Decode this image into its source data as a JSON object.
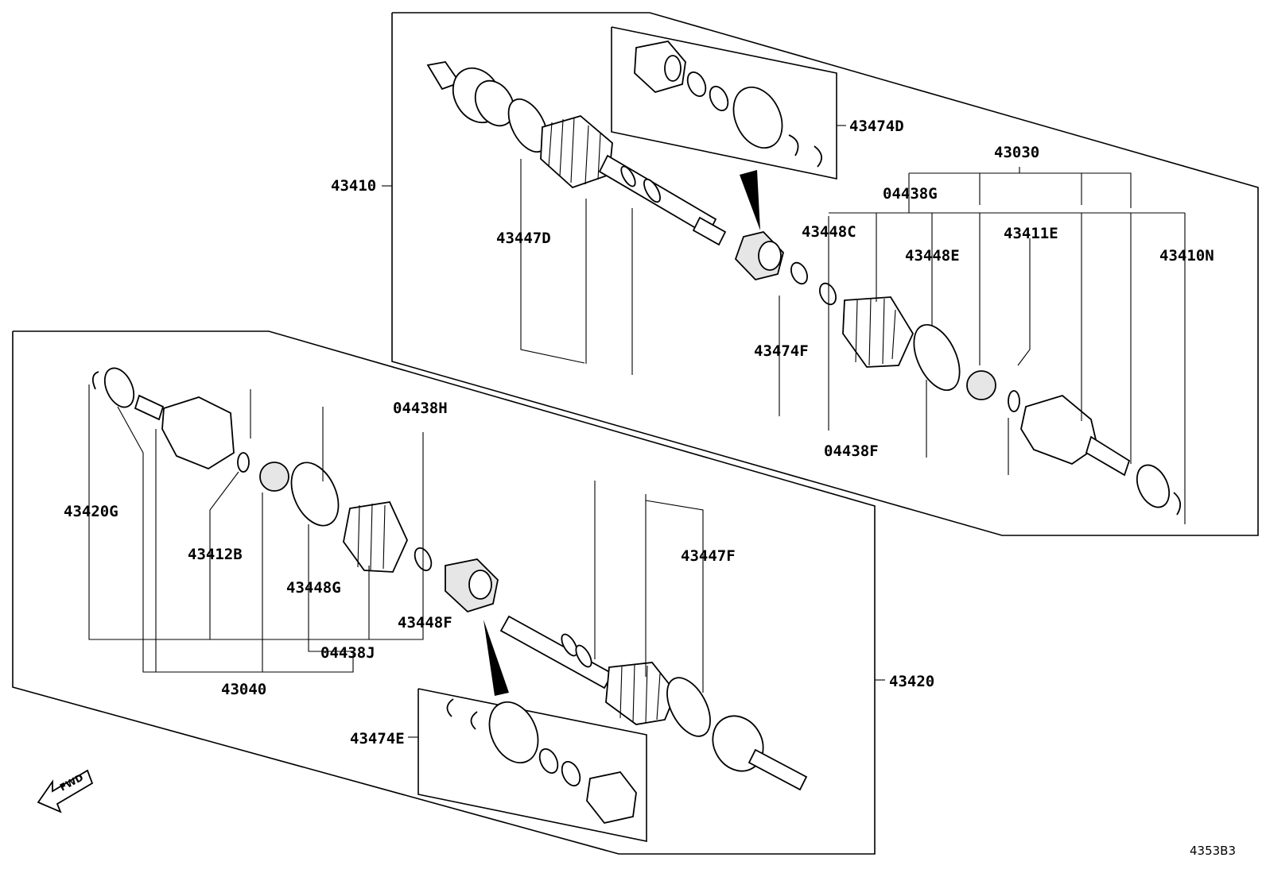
{
  "labels": {
    "p43410": "43410",
    "p43474D": "43474D",
    "p43030": "43030",
    "p04438G": "04438G",
    "p43448C": "43448C",
    "p43448E": "43448E",
    "p43411E": "43411E",
    "p43410N": "43410N",
    "p43447D": "43447D",
    "p43474F": "43474F",
    "p04438F": "04438F",
    "p04438H": "04438H",
    "p43420G": "43420G",
    "p43412B": "43412B",
    "p43448G": "43448G",
    "p43448F": "43448F",
    "p04438J": "04438J",
    "p43040": "43040",
    "p43447F": "43447F",
    "p43420": "43420",
    "p43474E": "43474E"
  },
  "fwd_label": "FWD",
  "diagram_code": "4353B3"
}
